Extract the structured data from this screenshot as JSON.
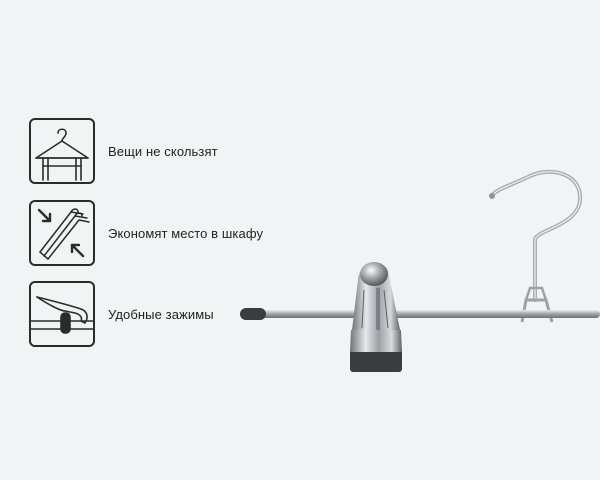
{
  "features": [
    {
      "icon": "hanger-icon",
      "label": "Вещи не скользят"
    },
    {
      "icon": "stacked-hangers-icon",
      "label": "Экономят место в шкафу"
    },
    {
      "icon": "clip-icon",
      "label": "Удобные зажимы"
    }
  ],
  "colors": {
    "background": "#f1f4f5",
    "icon_stroke": "#2b2b2b",
    "text": "#1f1f1f",
    "chrome": "#b9bcc0",
    "rubber": "#3a3c40"
  }
}
